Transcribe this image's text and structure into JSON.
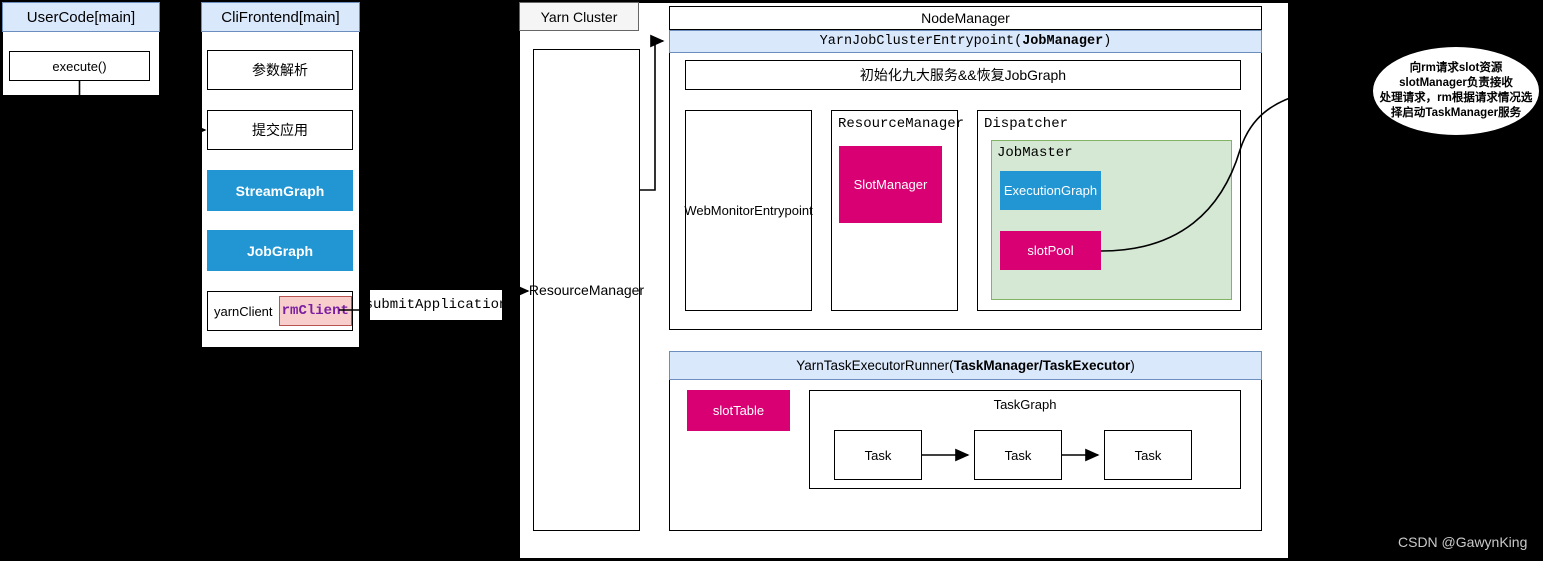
{
  "watermark": "CSDN @GawynKing",
  "client": {
    "usercode": {
      "title": "UserCode[main]",
      "execute": "execute()"
    },
    "clifrontend": {
      "title": "CliFrontend[main]",
      "steps": [
        {
          "label": "参数解析",
          "style": "plain"
        },
        {
          "label": "提交应用",
          "style": "plain"
        },
        {
          "label": "StreamGraph",
          "style": "blue"
        },
        {
          "label": "JobGraph",
          "style": "blue"
        }
      ],
      "client_row": {
        "yarn_client": "yarnClient",
        "rm_client": "rmClient"
      }
    },
    "submit_call": "submitApplication"
  },
  "yarn": {
    "title": "Yarn Cluster",
    "resource_manager": "ResourceManager",
    "node_manager": {
      "title": "NodeManager",
      "entrypoint": {
        "prefix": "YarnJobClusterEntrypoint(",
        "bold": "JobManager",
        "suffix": ")"
      },
      "init_bar": "初始化九大服务&&恢复JobGraph",
      "web_monitor": "WebMonitorEntrypoint",
      "resource_manager": {
        "title": "ResourceManager",
        "slot_manager": "SlotManager"
      },
      "dispatcher": {
        "title": "Dispatcher",
        "job_master": {
          "title": "JobMaster",
          "execution_graph": "ExecutionGraph",
          "slot_pool": "slotPool"
        }
      }
    },
    "task_executor": {
      "header": {
        "prefix": "YarnTaskExecutorRunner(",
        "bold": "TaskManager/TaskExecutor",
        "suffix": ")"
      },
      "slot_table": "slotTable",
      "task_graph": {
        "title": "TaskGraph",
        "tasks": [
          "Task",
          "Task",
          "Task"
        ]
      }
    }
  },
  "callout": {
    "lines": [
      "向rm请求slot资源",
      "slotManager负责接收",
      "处理请求，rm根据请求情况选",
      "择启动TaskManager服务"
    ]
  },
  "colors": {
    "blue_node": "#2196d3",
    "pink_node": "#d80073",
    "header_blue": "#dae8fc",
    "green_panel": "#d5e8d4",
    "rm_client_bg": "#f8cecc"
  }
}
